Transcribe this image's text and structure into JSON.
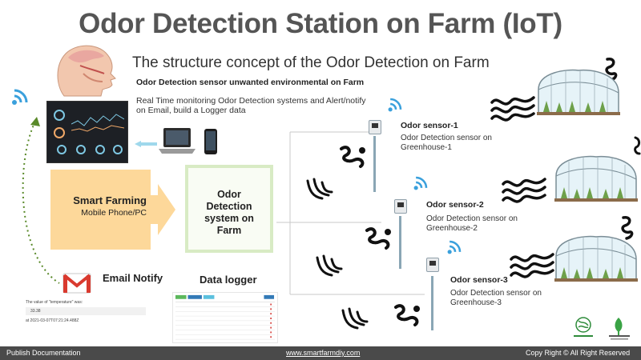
{
  "title": "Odor Detection Station on Farm (IoT)",
  "subtitle": "The structure concept of the Odor Detection on Farm",
  "overview": {
    "heading": "Odor Detection sensor unwanted environmental on Farm",
    "description": "Real Time monitoring Odor Detection systems and Alert/notify on Email, build a Logger data"
  },
  "smart_farming": {
    "title": "Smart Farming",
    "subtitle": "Mobile Phone/PC"
  },
  "odor_system": {
    "label": "Odor Detection system on Farm"
  },
  "email": {
    "label": "Email Notify",
    "preview_line": "The value of \"temperature\" was:",
    "preview_value": "33.38",
    "preview_timestamp": "at 2021-03-07T07:21:24.488Z"
  },
  "data_logger": {
    "label": "Data logger"
  },
  "sensors": [
    {
      "name": "Odor sensor-1",
      "desc": "Odor Detection sensor on Greenhouse-1"
    },
    {
      "name": "Odor sensor-2",
      "desc": "Odor Detection sensor on Greenhouse-2"
    },
    {
      "name": "Odor sensor-3",
      "desc": "Odor Detection sensor on Greenhouse-3"
    }
  ],
  "footer": {
    "left": "Publish Documentation",
    "center": "www.smartfarmdiy.com",
    "right": "Copy Right © All Right Reserved"
  },
  "colors": {
    "accent_blue": "#3aa0dc",
    "smart_farming_box": "#fdd89a",
    "odor_box_border": "#d8ebc4",
    "footer_bg": "#4a4a4a",
    "email_red": "#d93a2f"
  },
  "icons": [
    "wifi-icon",
    "head-anatomy-icon",
    "dashboard-screen",
    "laptop-icon",
    "phone-icon",
    "gmail-icon",
    "odor-squiggle-icon",
    "greenhouse-icon",
    "sensor-device-icon"
  ]
}
